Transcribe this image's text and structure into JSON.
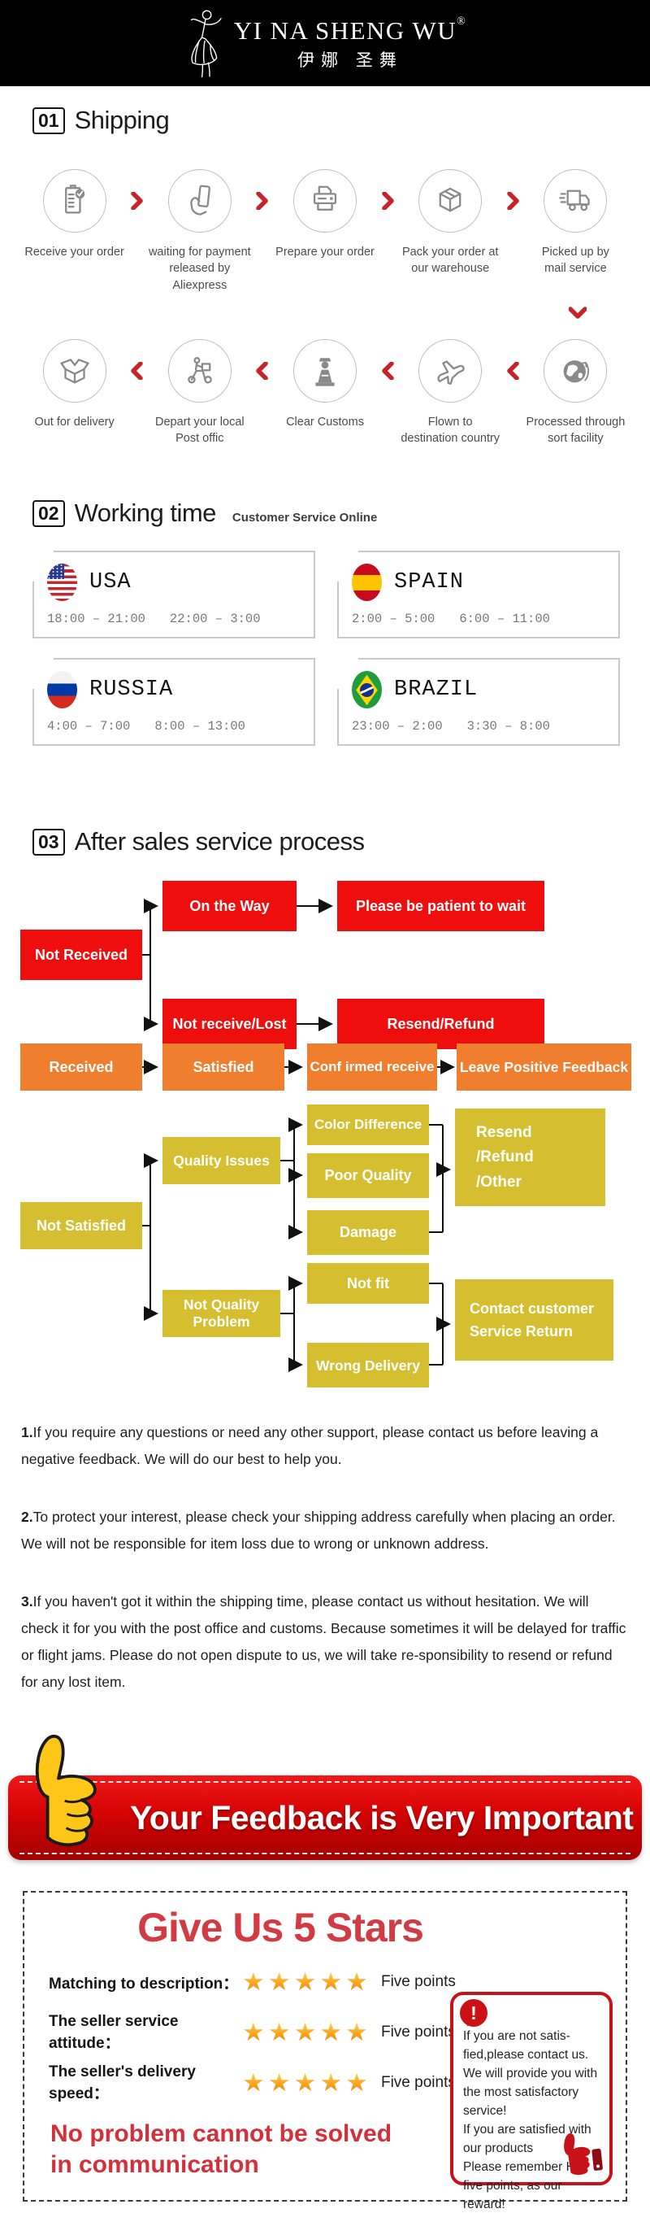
{
  "header": {
    "brand": "YI NA SHENG WU",
    "reg": "®",
    "brand_cn": "伊娜 圣舞"
  },
  "sections": {
    "shipping": {
      "num": "01",
      "title": "Shipping",
      "row1": [
        {
          "icon": "order-clipboard-icon",
          "label": "Receive your order"
        },
        {
          "icon": "payment-hand-icon",
          "label": [
            "waiting for payment",
            "released by Aliexpress"
          ]
        },
        {
          "icon": "printer-icon",
          "label": "Prepare your order"
        },
        {
          "icon": "package-box-icon",
          "label": [
            "Pack your order at",
            "our warehouse"
          ]
        },
        {
          "icon": "delivery-truck-icon",
          "label": [
            "Picked up by",
            "mail service"
          ]
        }
      ],
      "row2": [
        {
          "icon": "open-box-icon",
          "label": "Out  for delivery"
        },
        {
          "icon": "delivery-scooter-icon",
          "label": [
            "Depart your local",
            "Post offic"
          ]
        },
        {
          "icon": "customs-officer-icon",
          "label": "Clear Customs"
        },
        {
          "icon": "airplane-icon",
          "label": [
            "Flown to",
            "destination country"
          ]
        },
        {
          "icon": "globe-icon",
          "label": [
            "Processed through",
            "sort facility"
          ]
        }
      ]
    },
    "working_time": {
      "num": "02",
      "title": "Working time",
      "subtitle": "Customer Service Online",
      "countries": [
        {
          "name": "USA",
          "flag": "usa",
          "hours": [
            "18:00 – 21:00",
            "22:00 – 3:00"
          ]
        },
        {
          "name": "SPAIN",
          "flag": "spain",
          "hours": [
            "2:00 – 5:00",
            "6:00 – 11:00"
          ]
        },
        {
          "name": "RUSSIA",
          "flag": "russia",
          "hours": [
            "4:00 – 7:00",
            "8:00 – 13:00"
          ]
        },
        {
          "name": "BRAZIL",
          "flag": "brazil",
          "hours": [
            "23:00 – 2:00",
            "3:30 – 8:00"
          ]
        }
      ]
    },
    "after_sales": {
      "num": "03",
      "title": "After sales service process",
      "boxes": {
        "on_the_way": "On the Way",
        "please_wait": "Please be patient to wait",
        "not_received": "Not Received",
        "not_receive_lost": "Not receive/Lost",
        "resend_refund": "Resend/Refund",
        "received": "Received",
        "satisfied": "Satisfied",
        "confirmed_receive": "Conf irmed receive",
        "leave_feedback": "Leave Positive Feedback",
        "not_satisfied": "Not Satisfied",
        "quality_issues": "Quality Issues",
        "color_difference": "Color Difference",
        "poor_quality": "Poor Quality",
        "damage": "Damage",
        "resend_refund_other": [
          "Resend",
          "/Refund",
          "/Other"
        ],
        "not_quality_problem": [
          "Not Quality",
          "Problem"
        ],
        "not_fit": "Not fit",
        "wrong_delivery": "Wrong Delivery",
        "contact_customer": [
          "Contact customer",
          "Service Return"
        ]
      }
    }
  },
  "notes": [
    {
      "num": "1.",
      "text": "If you require any questions or need any other support, please contact us before leaving a negative feedback. We will do our best to help you."
    },
    {
      "num": "2.",
      "text": "To protect your interest, please check your shipping address carefully when placing an order. We will not be responsible for item loss due to wrong or unknown address."
    },
    {
      "num": "3.",
      "text": "If you haven't got it within the shipping time, please contact us without hesitation. We will check it for you with the post office and customs. Because sometimes it will be delayed for traffic or flight jams. Please do not open dispute to us, we will take re-sponsibility to resend or refund for any lost item."
    }
  ],
  "banner": {
    "text": "Your Feedback is Very Important"
  },
  "stars_panel": {
    "title": "Give Us 5 Stars",
    "rows": [
      {
        "label": "Matching to description：",
        "stars": "★★★★★",
        "points": "Five points"
      },
      {
        "label": "The seller service attitude：",
        "stars": "★★★★★",
        "points": "Five points"
      },
      {
        "label": "The seller's delivery speed：",
        "stars": "★★★★★",
        "points": "Five points"
      }
    ],
    "slogan": [
      "No problem cannot be solved",
      "in communication"
    ],
    "notice_icon": "!",
    "notice": [
      "If you are not satis-",
      "fied,please contact us.",
      "We will provide you with",
      "the most satisfactory",
      "service!",
      "If you are satisfied with",
      "our products",
      "Please remember Hit",
      "five points, as our",
      "reward!"
    ]
  },
  "colors": {
    "flow_red": "#ee0e0e",
    "flow_orange": "#ef7e2e",
    "flow_yellow": "#d5bf30",
    "accent_red": "#c5242b",
    "title_red": "#d23b44",
    "banner_red": "#d40404",
    "icon_gray": "#8a8a8a",
    "star_orange": "#f57f00"
  }
}
